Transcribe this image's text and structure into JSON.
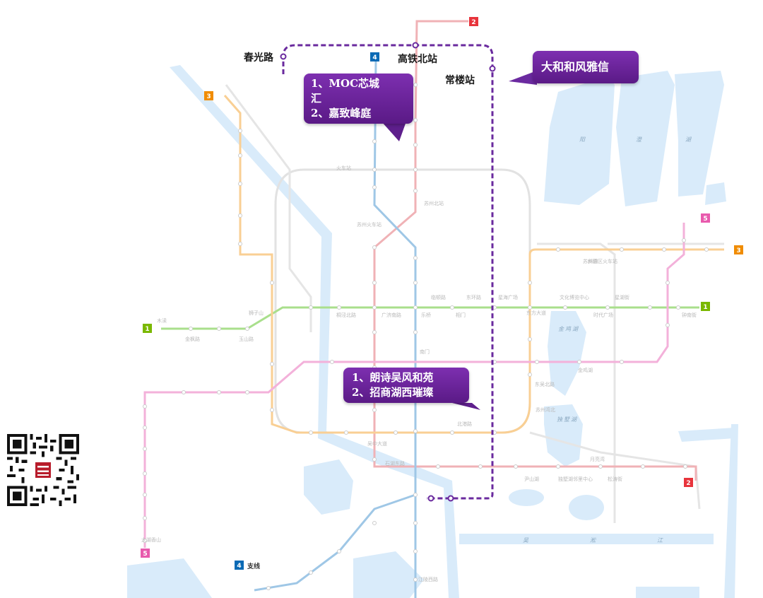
{
  "map": {
    "highlight_labels": {
      "chunguang": "春光路",
      "gaotie": "高铁北站",
      "changlou": "常楼站"
    },
    "callouts": {
      "north": [
        "1、MOC芯城",
        "汇",
        "2、嘉致峰庭"
      ],
      "east": [
        "大和和风雅信"
      ],
      "south": [
        "1、朗诗吴风和苑",
        "2、招商湖西璀璨"
      ]
    },
    "line_badges": [
      {
        "id": "1",
        "color": "#7ab800"
      },
      {
        "id": "2",
        "color": "#e8343c"
      },
      {
        "id": "3",
        "color": "#f08c00"
      },
      {
        "id": "4",
        "color": "#0b6ab5"
      },
      {
        "id": "5",
        "color": "#e85aad"
      }
    ],
    "branch_label": "支线",
    "line_colors": {
      "line1": "#a9df8c",
      "line2": "#f0b2b6",
      "line3": "#f9cf94",
      "line4": "#9fc7e6",
      "line5": "#f3b1da",
      "ring": "#e0e0e0",
      "highlight": "#6a2a9e"
    },
    "station_labels": [
      "苏州北站",
      "东方大道",
      "苏州火车站",
      "苏州园区火车站",
      "文化博览中心",
      "时代广场",
      "钟南街",
      "木渎",
      "金枫路",
      "玉山路",
      "狮子山",
      "广济南路",
      "乐桥",
      "临顿路",
      "东环路",
      "星海广场",
      "石湖东路",
      "桐泾北路",
      "南门",
      "相门",
      "金鸡湖",
      "东吴北路",
      "北港路",
      "尹山湖",
      "独墅湖邻里中心",
      "松涛街",
      "月亮湾",
      "吴中大道",
      "太湖香山",
      "苏州湾北",
      "江陵西路",
      "斜塘",
      "星湖街",
      "火车站"
    ],
    "water_labels": [
      "阳",
      "澄",
      "湖",
      "金",
      "鸡",
      "湖",
      "独",
      "墅",
      "湖",
      "吴",
      "淞",
      "江"
    ]
  }
}
